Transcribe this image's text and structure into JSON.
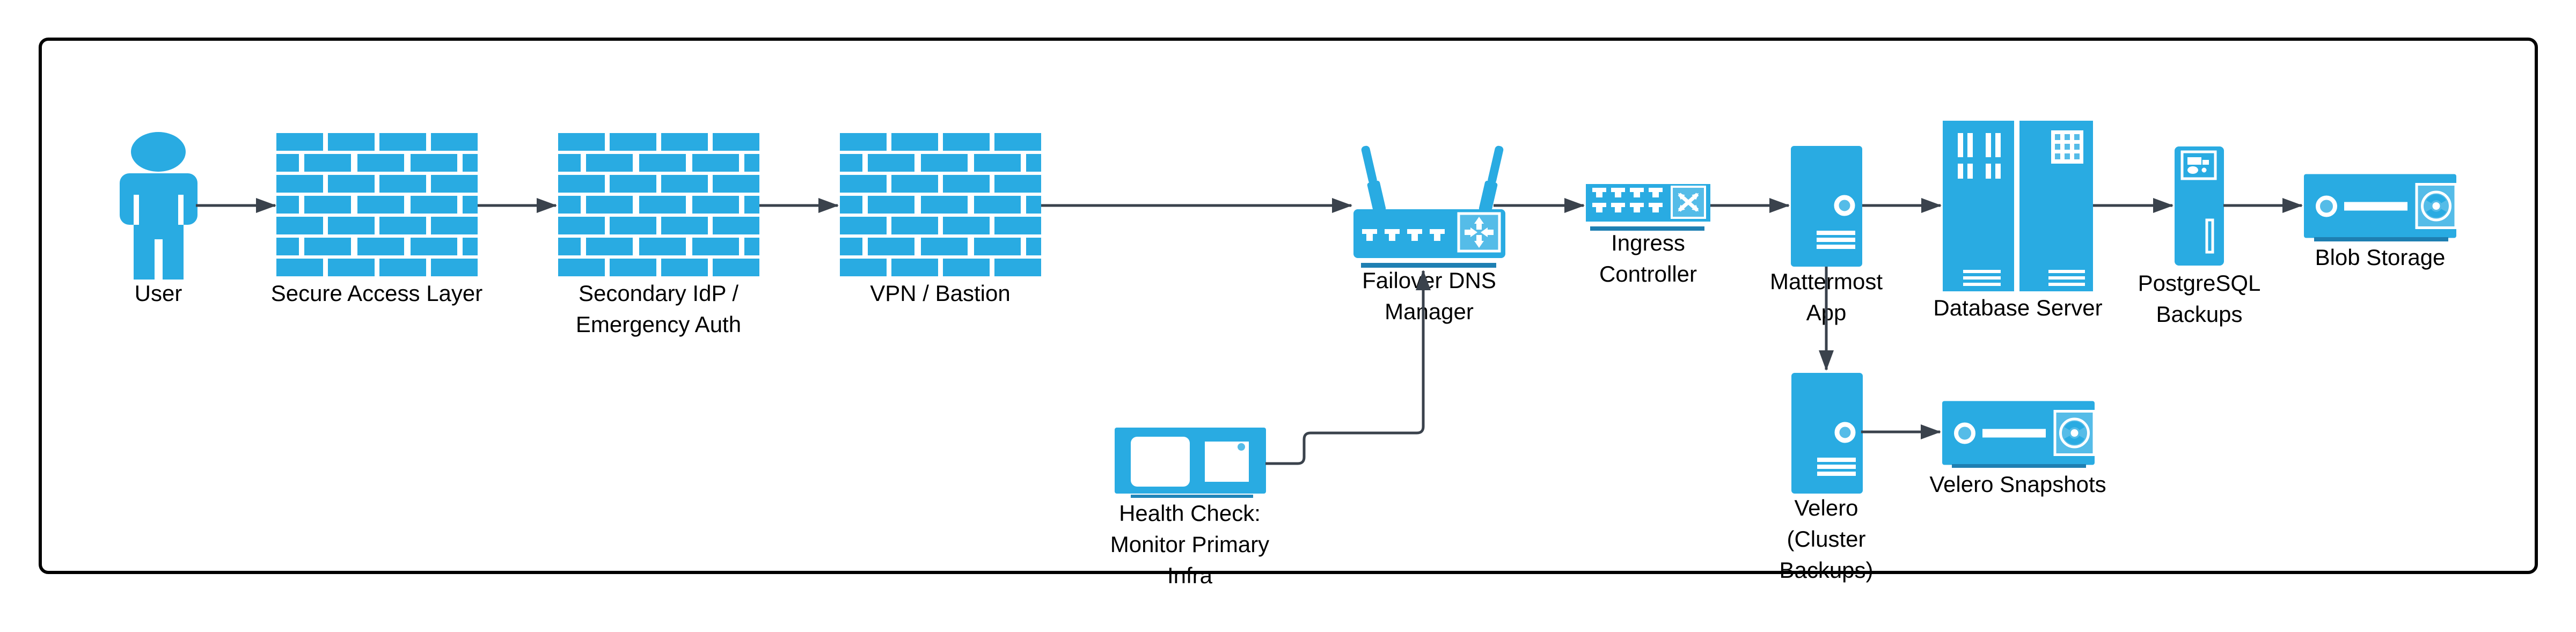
{
  "diagram": {
    "nodes": {
      "user": {
        "label": "User",
        "icon": "person"
      },
      "secure_access_layer": {
        "label": "Secure Access Layer",
        "icon": "firewall-wall"
      },
      "secondary_idp": {
        "label": "Secondary IdP /\nEmergency Auth",
        "icon": "firewall-wall"
      },
      "vpn_bastion": {
        "label": "VPN / Bastion",
        "icon": "firewall-wall"
      },
      "failover_dns": {
        "label": "Failover DNS\nManager",
        "icon": "wireless-router"
      },
      "ingress_controller": {
        "label": "Ingress\nController",
        "icon": "network-switch"
      },
      "mattermost_app": {
        "label": "Mattermost\nApp",
        "icon": "tower-server"
      },
      "database_server": {
        "label": "Database Server",
        "icon": "server-racks"
      },
      "postgresql_backups": {
        "label": "PostgreSQL\nBackups",
        "icon": "tower-server"
      },
      "blob_storage": {
        "label": "Blob Storage",
        "icon": "storage-appliance"
      },
      "health_check": {
        "label": "Health Check:\nMonitor Primary\nInfra",
        "icon": "monitor"
      },
      "velero": {
        "label": "Velero\n(Cluster\nBackups)",
        "icon": "tower-server"
      },
      "velero_snapshots": {
        "label": "Velero Snapshots",
        "icon": "storage-appliance"
      }
    },
    "edges": [
      {
        "from": "user",
        "to": "secure_access_layer"
      },
      {
        "from": "secure_access_layer",
        "to": "secondary_idp"
      },
      {
        "from": "secondary_idp",
        "to": "vpn_bastion"
      },
      {
        "from": "vpn_bastion",
        "to": "failover_dns"
      },
      {
        "from": "failover_dns",
        "to": "ingress_controller"
      },
      {
        "from": "ingress_controller",
        "to": "mattermost_app"
      },
      {
        "from": "mattermost_app",
        "to": "database_server"
      },
      {
        "from": "database_server",
        "to": "postgresql_backups"
      },
      {
        "from": "postgresql_backups",
        "to": "blob_storage"
      },
      {
        "from": "mattermost_app",
        "to": "velero"
      },
      {
        "from": "velero",
        "to": "velero_snapshots"
      },
      {
        "from": "health_check",
        "to": "failover_dns"
      }
    ],
    "colors": {
      "primary": "#29ABE2",
      "light_accent": "#55BCE8",
      "shadow_bar": "#1E7FB2",
      "underline": "#2186BA",
      "connector": "#3A424C",
      "border": "#000000",
      "background": "#FFFFFF",
      "text": "#000000"
    }
  }
}
